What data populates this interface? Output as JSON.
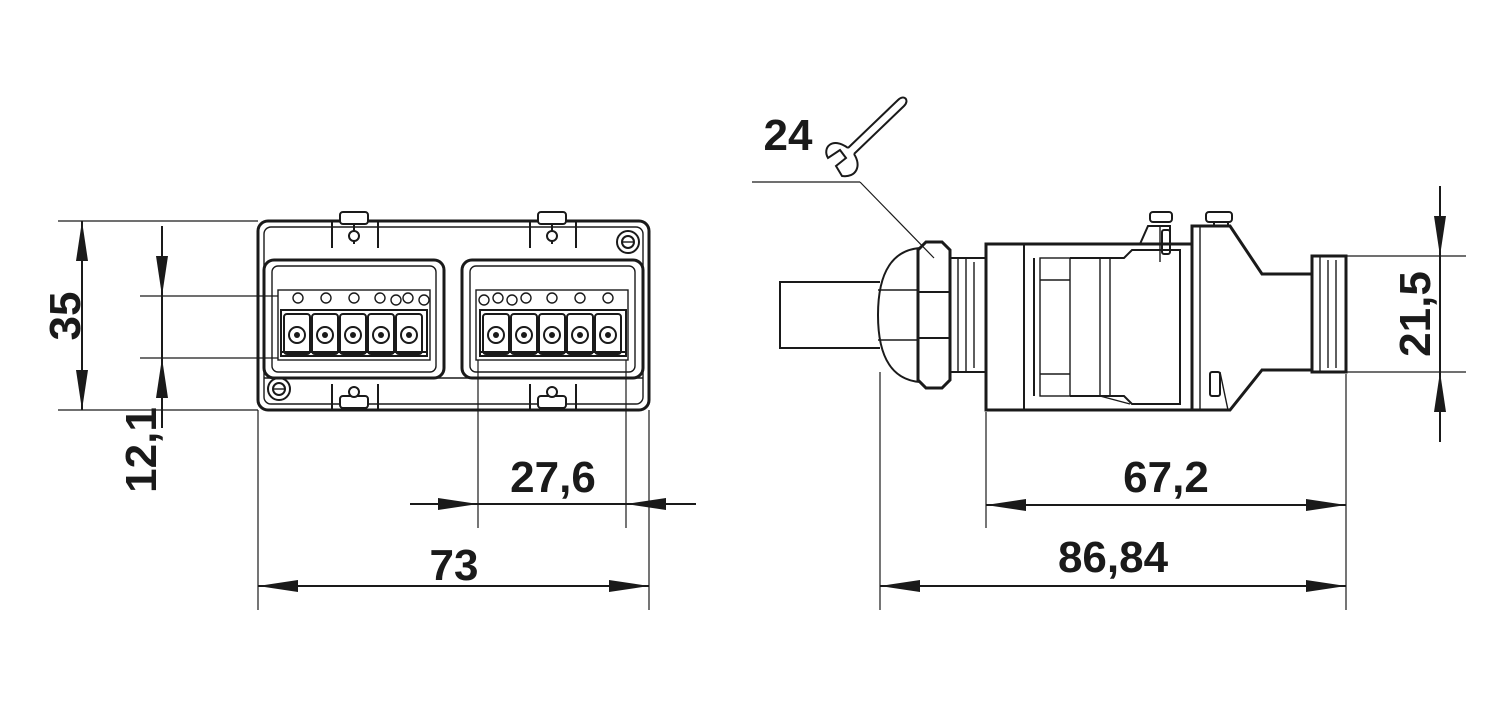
{
  "dimensions": {
    "height_overall": "35",
    "height_lower": "12,1",
    "width_overall": "73",
    "width_insert": "27,6",
    "length_body": "67,2",
    "length_overall": "86,84",
    "height_side": "21,5",
    "wrench_size": "24"
  },
  "icons": {
    "wrench": "open-end-wrench-icon"
  }
}
